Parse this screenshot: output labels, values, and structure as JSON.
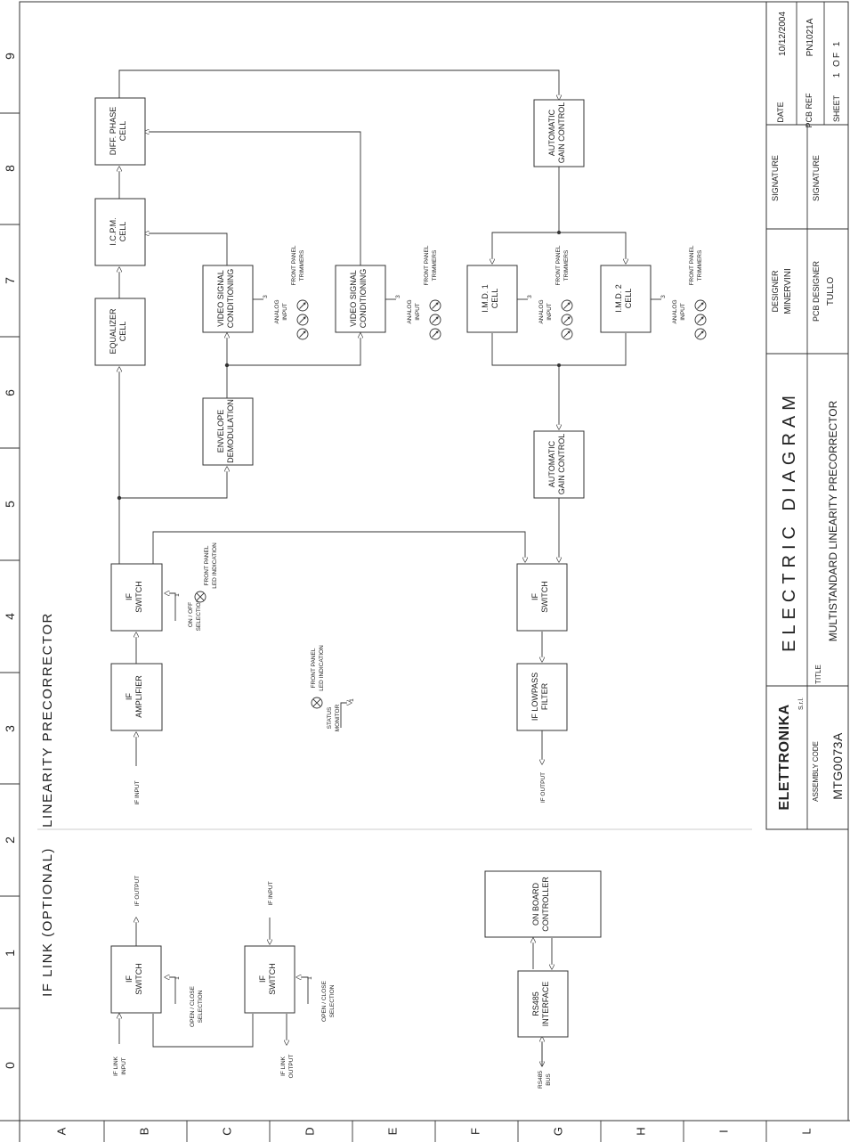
{
  "col_marks": [
    "0",
    "1",
    "2",
    "3",
    "4",
    "5",
    "6",
    "7",
    "8",
    "9"
  ],
  "row_marks": [
    "A",
    "B",
    "C",
    "D",
    "E",
    "F",
    "G",
    "H",
    "I",
    "L"
  ],
  "sections": {
    "if_link": "IF LINK (OPTIONAL)",
    "linearity": "LINEARITY PRECORRECTOR"
  },
  "blocks": {
    "if_amplifier": [
      "IF",
      "AMPLIFIER"
    ],
    "if_switch_main": [
      "IF",
      "SWITCH"
    ],
    "envelope": [
      "ENVELOPE",
      "DEMODULATION"
    ],
    "equalizer": [
      "EQUALIZER",
      "CELL"
    ],
    "icpm": [
      "I.C.P.M.",
      "CELL"
    ],
    "diff_phase": [
      "DIFF. PHASE",
      "CELL"
    ],
    "video1": [
      "VIDEO SIGNAL",
      "CONDITIONING"
    ],
    "video2": [
      "VIDEO SIGNAL",
      "CONDITIONING"
    ],
    "agc_top": [
      "AUTOMATIC",
      "GAIN CONTROL"
    ],
    "imd1": [
      "I.M.D. 1",
      "CELL"
    ],
    "imd2": [
      "I.M.D. 2",
      "CELL"
    ],
    "agc_mid": [
      "AUTOMATIC",
      "GAIN CONTROL"
    ],
    "if_switch_out": [
      "IF",
      "SWITCH"
    ],
    "lowpass": [
      "IF LOWPASS",
      "FILTER"
    ],
    "link_switch1": [
      "IF",
      "SWITCH"
    ],
    "link_switch2": [
      "IF",
      "SWITCH"
    ],
    "controller": [
      "ON BOARD",
      "CONTROLLER"
    ],
    "rs485": [
      "RS485",
      "INTERFACE"
    ]
  },
  "signals": {
    "if_input": "IF INPUT",
    "if_output": "IF OUTPUT",
    "link_if_output": "IF OUTPUT",
    "link_if_input": "IF INPUT",
    "if_link_input": [
      "IF LINK",
      "INPUT"
    ],
    "if_link_output": [
      "IF LINK",
      "OUTPUT"
    ],
    "rs485_bus": [
      "RS485",
      "BUS"
    ],
    "onoff_sel": [
      "ON / OFF",
      "SELECTION"
    ],
    "openclose_sel1": [
      "OPEN / CLOSE",
      "SELECTION"
    ],
    "openclose_sel2": [
      "OPEN / CLOSE",
      "SELECTION"
    ],
    "status_monitor": [
      "STATUS",
      "MONITOR"
    ],
    "led_switch": [
      "FRONT PANEL",
      "LED INDICATION"
    ],
    "led_status": [
      "FRONT PANEL",
      "LED INDICATION"
    ],
    "trimmers": [
      "FRONT PANEL",
      "TRIMMERS"
    ],
    "analog": [
      "ANALOG",
      "INPUT"
    ],
    "n1": "1",
    "n3": "3"
  },
  "title_block": {
    "logo": "ELETTRONIKA",
    "logo_sub": "S.r.l.",
    "assembly_label": "ASSEMBLY CODE",
    "assembly_code": "MTG0073A",
    "title_label": "TITLE",
    "doc_type": "ELECTRIC DIAGRAM",
    "title": "MULTISTANDARD LINEARITY PRECORRECTOR",
    "designer_label": "DESIGNER",
    "designer": "MINERVINI",
    "pcb_designer_label": "PCB DESIGNER",
    "pcb_designer": "TULLO",
    "signature_label": "SIGNATURE",
    "signature_label2": "SIGNATURE",
    "date_label": "DATE",
    "date": "10/12/2004",
    "pcb_ref_label": "PCB REF",
    "pcb_ref": "PN1021A",
    "sheet_label": "SHEET",
    "sheet": "1 OF 1"
  }
}
